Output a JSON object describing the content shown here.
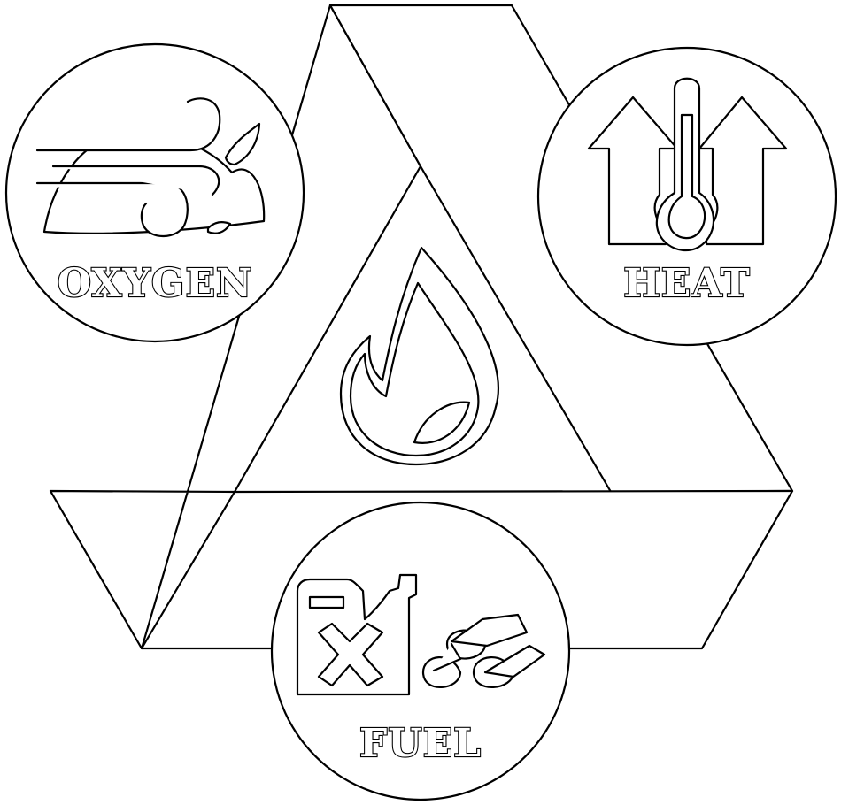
{
  "labels": {
    "oxygen": "OXYGEN",
    "heat": "HEAT",
    "fuel": "FUEL"
  },
  "icons": {
    "center": "flame-icon",
    "oxygen": "wind-leaves-icon",
    "heat": "thermometer-arrows-icon",
    "fuel": "jerrycan-logs-icon"
  },
  "colors": {
    "stroke": "#000000",
    "background": "#ffffff"
  }
}
